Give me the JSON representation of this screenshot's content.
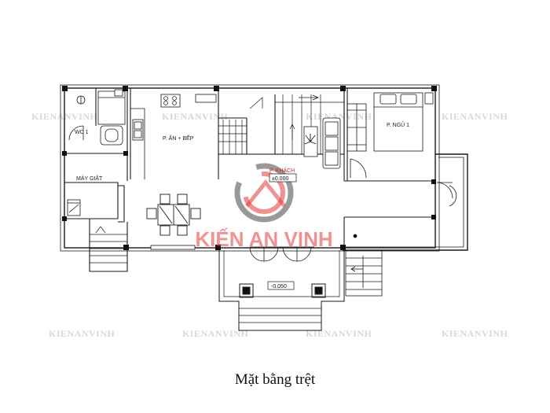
{
  "watermark": "KIENANVINH",
  "logo": {
    "text": "KIẾN AN VINH",
    "colors": {
      "grey": "#555555",
      "red": "#e63838"
    }
  },
  "rooms": {
    "wc": "WC 1",
    "laundry": "MÁY GIẶT",
    "kitchen_dining": "P. ĂN + BẾP",
    "living": "P. KHÁCH",
    "bedroom": "P. NGỦ 1"
  },
  "levels": {
    "floor": "±0.000",
    "porch": "-0.050"
  },
  "caption": "Mặt bằng trệt",
  "colors": {
    "line": "#1a1a1a",
    "accent": "#d42020",
    "watermark": "#d8d8d8"
  }
}
